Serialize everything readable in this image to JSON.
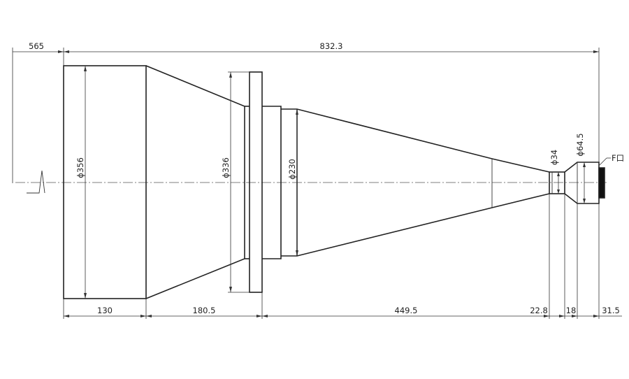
{
  "dimensions": {
    "horizontal": {
      "overall": "832.3",
      "working_distance": "565",
      "front_section": "130",
      "front_taper": "180.5",
      "main_taper": "449.5",
      "neck": "22.8",
      "mount_flange": "18",
      "rear": "31.5"
    },
    "diameters": {
      "front_barrel": "ϕ356",
      "flange": "ϕ336",
      "taper_start": "ϕ230",
      "neck": "ϕ34",
      "rear": "ϕ64.5"
    }
  },
  "mount_label": "F口",
  "colors": {
    "line": "#222222",
    "background": "#ffffff"
  }
}
